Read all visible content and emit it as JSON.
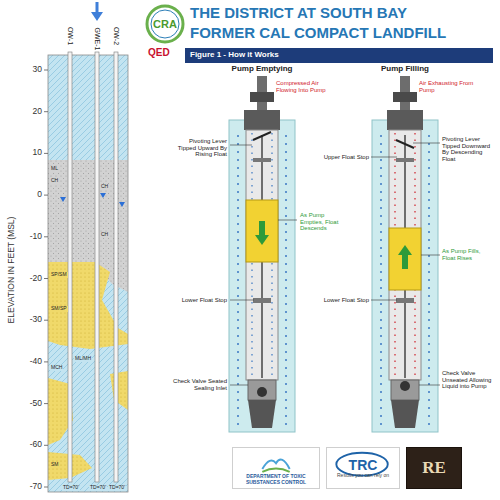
{
  "diagram": {
    "title": "THE DISTRICT AT SOUTH BAY",
    "nodes": [
      {
        "text": [
          "CRA"
        ]
      },
      {
        "text": [
          "Figure 1 - How it Works"
        ]
      },
      {
        "text": [
          "DEPARTMENT OF TOXIC SUBSTANCES CONTROL"
        ]
      },
      {
        "text": [
          "TRC",
          "Results you can rely on"
        ]
      },
      {
        "text": [
          "RE"
        ]
      }
    ],
    "labels": [
      "FORMER CAL COMPACT LANDFILL",
      "ELEVATION IN FEET (MSL)",
      "30",
      "20",
      "10",
      "0",
      "-10",
      "-20",
      "-30",
      "-40",
      "-50",
      "-60",
      "-70",
      "OW-1",
      "GWE-1",
      "OW-2",
      "ML",
      "CH",
      "CH",
      "CH",
      "SP/SM",
      "SM/SP",
      "MCH",
      "ML/MH",
      "SM",
      "TD=70'",
      "TD=70'",
      "TD=70'",
      "QED",
      "Pump Emptying",
      "Pump Filling",
      "Compressed Air Flowing Into Pump",
      "Pivoting Lever Tipped Upward By Rising Float",
      "As Pump Empties, Float Descends",
      "Lower Float Stop",
      "Check Valve Seated Sealing Inlet",
      "Air Exhausting From Pump",
      "Pivoting Lever Tipped Downward By Descending Float",
      "Upper Float Stop",
      "As Pump Fills, Float Rises",
      "Lower Float Stop",
      "Check Valve Unseated Allowing Liquid into Pump"
    ]
  }
}
